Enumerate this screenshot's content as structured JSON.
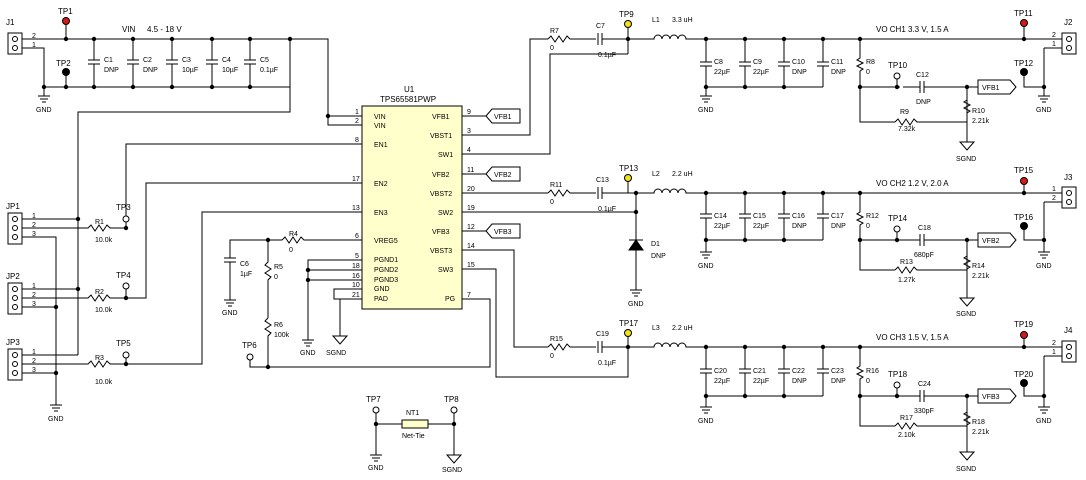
{
  "connectors": {
    "j1": {
      "name": "J1",
      "pins": [
        "2",
        "1"
      ]
    },
    "j2": {
      "name": "J2",
      "pins": [
        "2",
        "1"
      ]
    },
    "j3": {
      "name": "J3",
      "pins": [
        "1",
        "2"
      ]
    },
    "j4": {
      "name": "J4",
      "pins": [
        "2",
        "1"
      ]
    },
    "jp1": {
      "name": "JP1",
      "pins": [
        "1",
        "2",
        "3"
      ]
    },
    "jp2": {
      "name": "JP2",
      "pins": [
        "1",
        "2",
        "3"
      ]
    },
    "jp3": {
      "name": "JP3",
      "pins": [
        "1",
        "2",
        "3"
      ]
    }
  },
  "testpoints": [
    "TP1",
    "TP2",
    "TP3",
    "TP4",
    "TP5",
    "TP6",
    "TP7",
    "TP8",
    "TP9",
    "TP10",
    "TP11",
    "TP12",
    "TP13",
    "TP14",
    "TP15",
    "TP16",
    "TP17",
    "TP18",
    "TP19",
    "TP20"
  ],
  "input": {
    "label": "VIN",
    "range": "4.5 - 18 V",
    "caps": [
      {
        "ref": "C1",
        "val": "DNP"
      },
      {
        "ref": "C2",
        "val": "DNP"
      },
      {
        "ref": "C3",
        "val": "10µF"
      },
      {
        "ref": "C4",
        "val": "10µF"
      },
      {
        "ref": "C5",
        "val": "0.1µF"
      }
    ]
  },
  "ic": {
    "ref": "U1",
    "part": "TPS65581PWP",
    "left_pins": [
      {
        "num": "1",
        "name": "VIN"
      },
      {
        "num": "2",
        "name": "VIN"
      },
      {
        "num": "8",
        "name": "EN1"
      },
      {
        "num": "17",
        "name": "EN2"
      },
      {
        "num": "13",
        "name": "EN3"
      },
      {
        "num": "6",
        "name": "VREG5"
      },
      {
        "num": "5",
        "name": "PGND1"
      },
      {
        "num": "18",
        "name": "PGND2"
      },
      {
        "num": "16",
        "name": "PGND3"
      },
      {
        "num": "10",
        "name": "GND"
      },
      {
        "num": "21",
        "name": "PAD"
      }
    ],
    "right_pins": [
      {
        "num": "9",
        "name": "VFB1"
      },
      {
        "num": "3",
        "name": "VBST1"
      },
      {
        "num": "4",
        "name": "SW1"
      },
      {
        "num": "11",
        "name": "VFB2"
      },
      {
        "num": "20",
        "name": "VBST2"
      },
      {
        "num": "19",
        "name": "SW2"
      },
      {
        "num": "12",
        "name": "VFB3"
      },
      {
        "num": "14",
        "name": "VBST3"
      },
      {
        "num": "15",
        "name": "SW3"
      },
      {
        "num": "7",
        "name": "PG"
      }
    ],
    "net_flags": [
      "VFB1",
      "VFB2",
      "VFB3"
    ]
  },
  "enable": {
    "resistors": [
      {
        "ref": "R1",
        "val": "10.0k"
      },
      {
        "ref": "R2",
        "val": "10.0k"
      },
      {
        "ref": "R3",
        "val": "10.0k"
      }
    ]
  },
  "vreg": {
    "r4": {
      "ref": "R4",
      "val": "0"
    },
    "c6": {
      "ref": "C6",
      "val": "1µF"
    },
    "r5": {
      "ref": "R5",
      "val": "0"
    },
    "r6": {
      "ref": "R6",
      "val": "100k"
    }
  },
  "ground": {
    "gnd": "GND",
    "sgnd": "SGND"
  },
  "nettie": {
    "ref": "NT1",
    "val": "Net-Tie"
  },
  "channels": [
    {
      "out_label": "VO CH1   3.3 V, 1.5 A",
      "rboot": {
        "ref": "R7",
        "val": "0"
      },
      "cboot": {
        "ref": "C7",
        "val": "0.1µF"
      },
      "inductor": {
        "ref": "L1",
        "val": "3.3 uH"
      },
      "caps": [
        {
          "ref": "C8",
          "val": "22µF"
        },
        {
          "ref": "C9",
          "val": "22µF"
        },
        {
          "ref": "C10",
          "val": "DNP"
        },
        {
          "ref": "C11",
          "val": "DNP"
        }
      ],
      "rfb_series": {
        "ref": "R8",
        "val": "0"
      },
      "cff": {
        "ref": "C12",
        "val": "DNP"
      },
      "rtop": {
        "ref": "R9",
        "val": "7.32k"
      },
      "rbot": {
        "ref": "R10",
        "val": "2.21k"
      },
      "vfb": "VFB1"
    },
    {
      "out_label": "VO CH2   1.2 V, 2.0 A",
      "rboot": {
        "ref": "R11",
        "val": "0"
      },
      "cboot": {
        "ref": "C13",
        "val": "0.1µF"
      },
      "inductor": {
        "ref": "L2",
        "val": "2.2 uH"
      },
      "caps": [
        {
          "ref": "C14",
          "val": "22µF"
        },
        {
          "ref": "C15",
          "val": "22µF"
        },
        {
          "ref": "C16",
          "val": "DNP"
        },
        {
          "ref": "C17",
          "val": "DNP"
        }
      ],
      "rfb_series": {
        "ref": "R12",
        "val": "0"
      },
      "cff": {
        "ref": "C18",
        "val": "680pF"
      },
      "rtop": {
        "ref": "R13",
        "val": "1.27k"
      },
      "rbot": {
        "ref": "R14",
        "val": "2.21k"
      },
      "vfb": "VFB2",
      "diode": {
        "ref": "D1",
        "val": "DNP"
      }
    },
    {
      "out_label": "VO CH3   1.5 V, 1.5 A",
      "rboot": {
        "ref": "R15",
        "val": "0"
      },
      "cboot": {
        "ref": "C19",
        "val": "0.1µF"
      },
      "inductor": {
        "ref": "L3",
        "val": "2.2 uH"
      },
      "caps": [
        {
          "ref": "C20",
          "val": "22µF"
        },
        {
          "ref": "C21",
          "val": "22µF"
        },
        {
          "ref": "C22",
          "val": "DNP"
        },
        {
          "ref": "C23",
          "val": "DNP"
        }
      ],
      "rfb_series": {
        "ref": "R16",
        "val": "0"
      },
      "cff": {
        "ref": "C24",
        "val": "330pF"
      },
      "rtop": {
        "ref": "R17",
        "val": "2.10k"
      },
      "rbot": {
        "ref": "R18",
        "val": "2.21k"
      },
      "vfb": "VFB3"
    }
  ],
  "colors": {
    "tp_red": "#d11a1a",
    "tp_yellow": "#f2e21c",
    "tp_black": "#000000",
    "ic_fill": "#ffffcc"
  }
}
